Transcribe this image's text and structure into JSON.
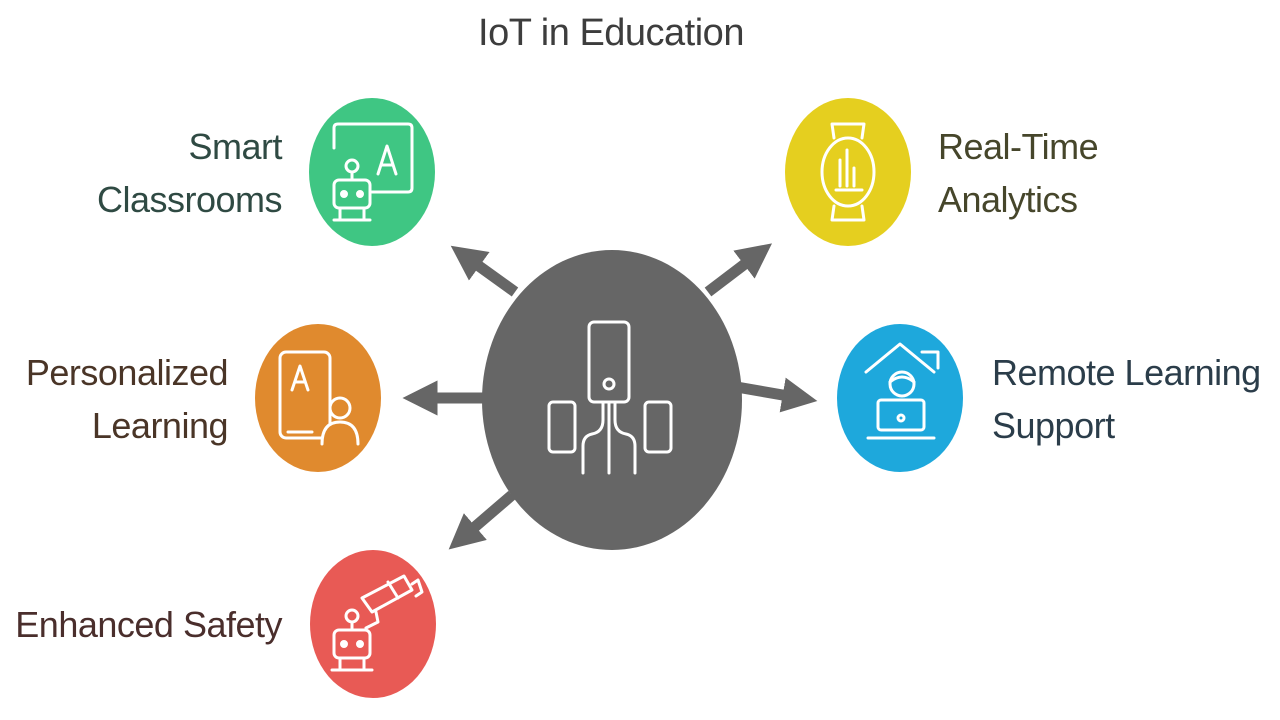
{
  "title": "IoT in Education",
  "nodes": {
    "smart_classrooms": {
      "line1": "Smart",
      "line2": "Classrooms",
      "color": "#3fc683",
      "text_color": "#2f4a43"
    },
    "personalized_learning": {
      "line1": "Personalized",
      "line2": "Learning",
      "color": "#e08a2e",
      "text_color": "#4a3527"
    },
    "enhanced_safety": {
      "line1": "Enhanced Safety",
      "color": "#e85a55",
      "text_color": "#4a2e2c"
    },
    "real_time_analytics": {
      "line1": "Real-Time",
      "line2": "Analytics",
      "color": "#e5cf1f",
      "text_color": "#46462b"
    },
    "remote_learning_support": {
      "line1": "Remote Learning",
      "line2": "Support",
      "color": "#1ea8dc",
      "text_color": "#2b3d4a"
    }
  },
  "hub": {
    "color": "#666666",
    "icon": "iot-device-icon"
  },
  "arrow_color": "#666666"
}
